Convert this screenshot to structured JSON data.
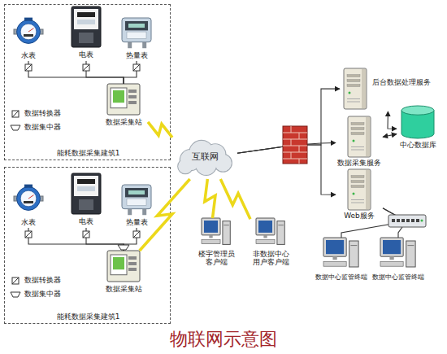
{
  "diagram": {
    "caption": "物联网示意图",
    "nodes": [
      {
        "text": [
          "能耗数据采集建筑1"
        ]
      },
      {
        "text": [
          "水表"
        ],
        "in": 0
      },
      {
        "text": [
          "电表"
        ],
        "in": 0
      },
      {
        "text": [
          "热量表"
        ],
        "in": 0
      },
      {
        "text": [
          "数据采集站"
        ],
        "in": 0
      },
      {
        "text": [
          "能耗数据采集建筑1"
        ]
      },
      {
        "text": [
          "水表"
        ],
        "in": 5
      },
      {
        "text": [
          "电表"
        ],
        "in": 5
      },
      {
        "text": [
          "热量表"
        ],
        "in": 5
      },
      {
        "text": [
          "数据采集站"
        ],
        "in": 5
      },
      {
        "text": [
          "互联网"
        ]
      },
      {
        "text": [
          "楼宇管理员客户端"
        ]
      },
      {
        "text": [
          "非数据中心用户客户端"
        ]
      },
      {
        "text": [
          "后台数据处理服务"
        ]
      },
      {
        "text": [
          "数据采集服务"
        ]
      },
      {
        "text": [
          "Web服务"
        ]
      },
      {
        "text": [
          "中心数据库"
        ]
      },
      {
        "text": [
          "数据中心监管终端"
        ]
      },
      {
        "text": [
          "数据中心监管终端"
        ]
      }
    ],
    "edges": [
      {
        "from": 1,
        "to": 4,
        "arrow": "none"
      },
      {
        "from": 2,
        "to": 4,
        "arrow": "none"
      },
      {
        "from": 3,
        "to": 4,
        "arrow": "none"
      },
      {
        "from": 6,
        "to": 9,
        "arrow": "none"
      },
      {
        "from": 7,
        "to": 9,
        "arrow": "none"
      },
      {
        "from": 8,
        "to": 9,
        "arrow": "none"
      },
      {
        "from": 4,
        "to": 10,
        "arrow": "none"
      },
      {
        "from": 9,
        "to": 10,
        "arrow": "none"
      },
      {
        "from": 10,
        "to": 11,
        "arrow": "none"
      },
      {
        "from": 10,
        "to": 12,
        "arrow": "none"
      },
      {
        "from": 10,
        "to": 13,
        "arrow": "to"
      },
      {
        "from": 10,
        "to": 14,
        "arrow": "to"
      },
      {
        "from": 10,
        "to": 15,
        "arrow": "to"
      },
      {
        "from": 13,
        "to": 16,
        "arrow": "both"
      },
      {
        "from": 14,
        "to": 16,
        "arrow": "both"
      },
      {
        "from": 15,
        "to": 17,
        "arrow": "none"
      },
      {
        "from": 15,
        "to": 18,
        "arrow": "none"
      }
    ],
    "legend": [
      {
        "text": "数据转换器"
      },
      {
        "text": "数据集中器"
      },
      {
        "text": "数据转换器"
      },
      {
        "text": "数据集中器"
      }
    ]
  }
}
